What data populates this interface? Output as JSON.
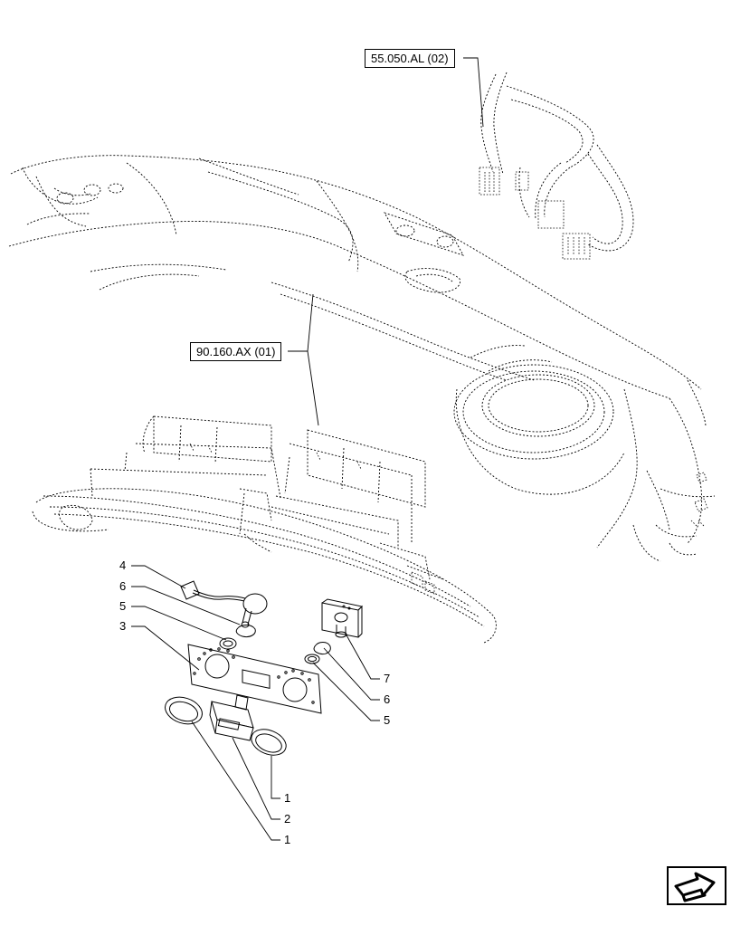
{
  "references": {
    "top_harness": "55.050.AL (02)",
    "dashboard": "90.160.AX (01)"
  },
  "callouts": {
    "c4": "4",
    "c6_left": "6",
    "c5_left": "5",
    "c3": "3",
    "c7": "7",
    "c6_right": "6",
    "c5_right": "5",
    "c1_upper": "1",
    "c2": "2",
    "c1_lower": "1"
  },
  "icons": {
    "navigation": "return-arrow-icon"
  }
}
